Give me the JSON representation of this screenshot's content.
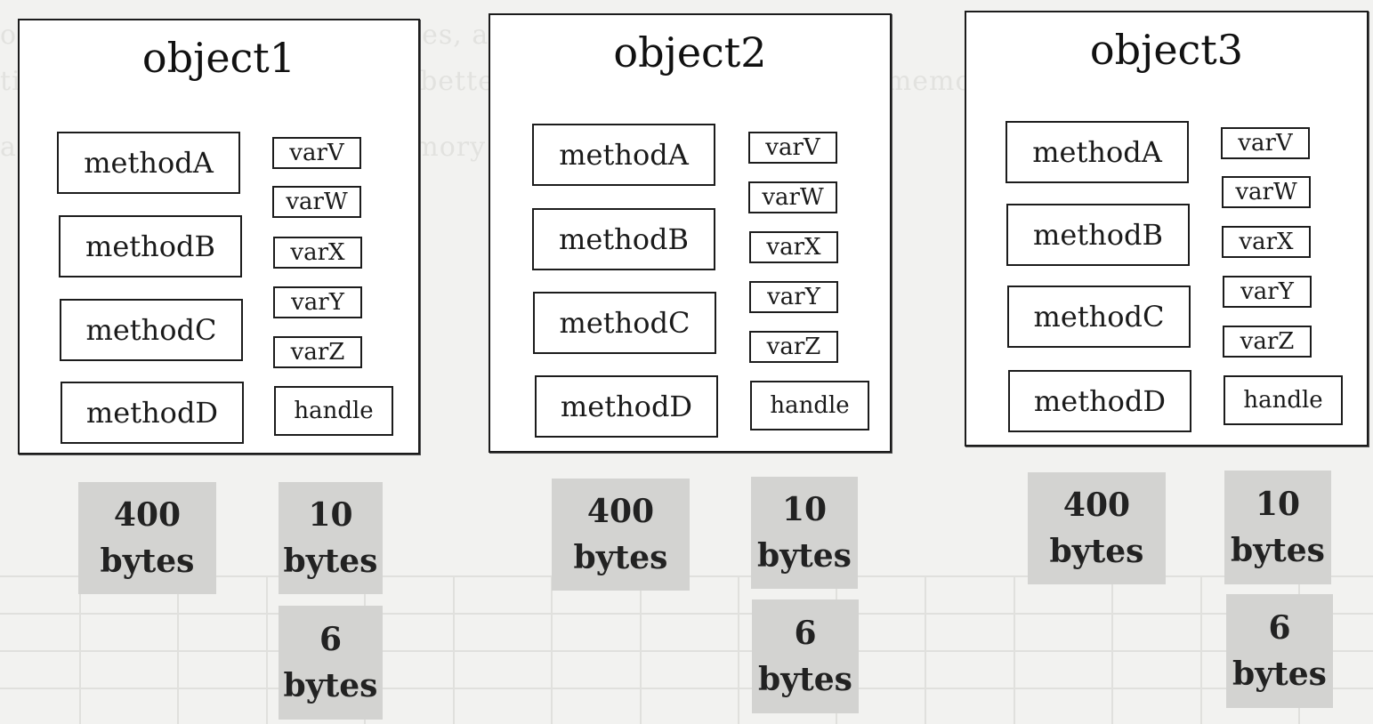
{
  "objects": [
    {
      "title": "object1",
      "methods": [
        "methodA",
        "methodB",
        "methodC",
        "methodD"
      ],
      "vars": [
        "varV",
        "varW",
        "varX",
        "varY",
        "varZ"
      ],
      "handle": "handle",
      "sizes": {
        "methods": {
          "value": "400",
          "unit": "bytes"
        },
        "vars": {
          "value": "10",
          "unit": "bytes"
        },
        "handle": {
          "value": "6",
          "unit": "bytes"
        }
      }
    },
    {
      "title": "object2",
      "methods": [
        "methodA",
        "methodB",
        "methodC",
        "methodD"
      ],
      "vars": [
        "varV",
        "varW",
        "varX",
        "varY",
        "varZ"
      ],
      "handle": "handle",
      "sizes": {
        "methods": {
          "value": "400",
          "unit": "bytes"
        },
        "vars": {
          "value": "10",
          "unit": "bytes"
        },
        "handle": {
          "value": "6",
          "unit": "bytes"
        }
      }
    },
    {
      "title": "object3",
      "methods": [
        "methodA",
        "methodB",
        "methodC",
        "methodD"
      ],
      "vars": [
        "varV",
        "varW",
        "varX",
        "varY",
        "varZ"
      ],
      "handle": "handle",
      "sizes": {
        "methods": {
          "value": "400",
          "unit": "bytes"
        },
        "vars": {
          "value": "10",
          "unit": "bytes"
        },
        "handle": {
          "value": "6",
          "unit": "bytes"
        }
      }
    }
  ]
}
